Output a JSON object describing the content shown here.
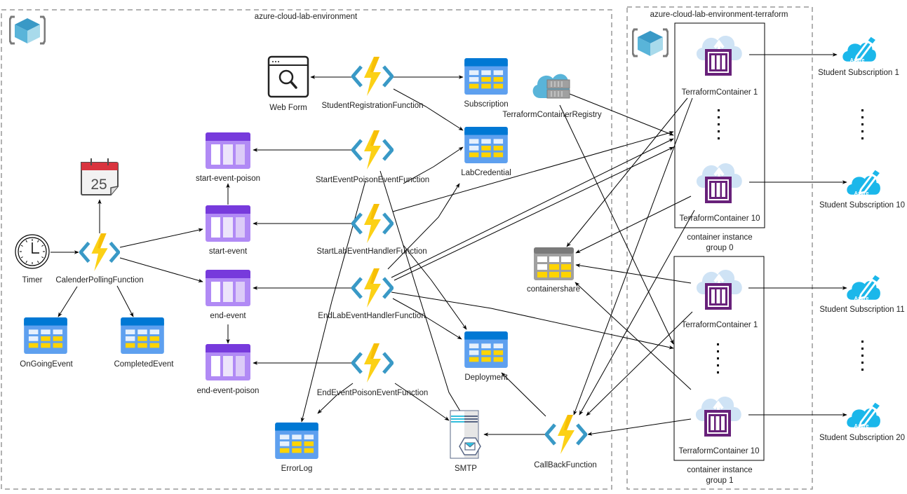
{
  "groups": {
    "main": {
      "label": "azure-cloud-lab-environment"
    },
    "terraform": {
      "label": "azure-cloud-lab-environment-terraform"
    },
    "cig0": {
      "label_line1": "container instance",
      "label_line2": "group 0"
    },
    "cig1": {
      "label_line1": "container instance",
      "label_line2": "group 1"
    }
  },
  "nodes": {
    "web_form": {
      "label": "Web Form",
      "icon": "web-form-icon"
    },
    "student_registration_fn": {
      "label": "StudentRegistrationFunction",
      "icon": "azure-function-icon"
    },
    "subscription_table": {
      "label": "Subscription",
      "icon": "storage-table-icon"
    },
    "terraform_registry": {
      "label": "TerraformContainerRegistry",
      "icon": "container-registry-icon"
    },
    "start_event_poison_queue": {
      "label": "start-event-poison",
      "icon": "storage-queue-icon"
    },
    "start_event_poison_fn": {
      "label": "StartEventPoisonEventFunction",
      "icon": "azure-function-icon"
    },
    "lab_credential_table": {
      "label": "LabCredential",
      "icon": "storage-table-icon"
    },
    "calendar": {
      "label": "",
      "icon": "calendar-icon",
      "day": "25"
    },
    "timer": {
      "label": "Timer",
      "icon": "clock-icon"
    },
    "calendar_polling_fn": {
      "label": "CalenderPollingFunction",
      "icon": "azure-function-icon"
    },
    "start_event_queue": {
      "label": "start-event",
      "icon": "storage-queue-icon"
    },
    "start_lab_handler_fn": {
      "label": "StartLabEventHandlerFunction",
      "icon": "azure-function-icon"
    },
    "containershare": {
      "label": "containershare",
      "icon": "file-share-icon"
    },
    "end_event_queue": {
      "label": "end-event",
      "icon": "storage-queue-icon"
    },
    "end_lab_handler_fn": {
      "label": "EndLabEventHandlerFunction",
      "icon": "azure-function-icon"
    },
    "ongoing_event_table": {
      "label": "OnGoingEvent",
      "icon": "storage-table-icon"
    },
    "completed_event_table": {
      "label": "CompletedEvent",
      "icon": "storage-table-icon"
    },
    "deployment_table": {
      "label": "Deployment",
      "icon": "storage-table-icon"
    },
    "end_event_poison_queue": {
      "label": "end-event-poison",
      "icon": "storage-queue-icon"
    },
    "end_event_poison_fn": {
      "label": "EndEventPoisonEventFunction",
      "icon": "azure-function-icon"
    },
    "error_log_table": {
      "label": "ErrorLog",
      "icon": "storage-table-icon"
    },
    "smtp": {
      "label": "SMTP",
      "icon": "smtp-server-icon"
    },
    "callback_fn": {
      "label": "CallBackFunction",
      "icon": "azure-function-icon"
    },
    "tc_g0_1": {
      "label": "TerraformContainer 1",
      "icon": "container-instance-icon"
    },
    "tc_g0_10": {
      "label": "TerraformContainer 10",
      "icon": "container-instance-icon"
    },
    "tc_g1_1": {
      "label": "TerraformContainer 1",
      "icon": "container-instance-icon"
    },
    "tc_g1_10": {
      "label": "TerraformContainer 10",
      "icon": "container-instance-icon"
    },
    "sub_1": {
      "label": "Student Subscription 1",
      "icon": "azure-subscription-icon",
      "badge": "Azure"
    },
    "sub_10": {
      "label": "Student Subscription 10",
      "icon": "azure-subscription-icon",
      "badge": "Azure"
    },
    "sub_11": {
      "label": "Student Subscription 11",
      "icon": "azure-subscription-icon",
      "badge": "Azure"
    },
    "sub_20": {
      "label": "Student Subscription 20",
      "icon": "azure-subscription-icon",
      "badge": "Azure"
    }
  },
  "edges": [
    {
      "from": "student_registration_fn",
      "to": "web_form"
    },
    {
      "from": "student_registration_fn",
      "to": "subscription_table"
    },
    {
      "from": "student_registration_fn",
      "to": "lab_credential_table"
    },
    {
      "from": "start_event_poison_fn",
      "to": "start_event_poison_queue"
    },
    {
      "from": "start_event_queue",
      "to": "start_event_poison_queue"
    },
    {
      "from": "timer",
      "to": "calendar_polling_fn"
    },
    {
      "from": "calendar_polling_fn",
      "to": "calendar"
    },
    {
      "from": "calendar_polling_fn",
      "to": "start_event_queue"
    },
    {
      "from": "calendar_polling_fn",
      "to": "end_event_queue"
    },
    {
      "from": "calendar_polling_fn",
      "to": "ongoing_event_table"
    },
    {
      "from": "calendar_polling_fn",
      "to": "completed_event_table"
    },
    {
      "from": "start_lab_handler_fn",
      "to": "start_event_queue"
    },
    {
      "from": "end_lab_handler_fn",
      "to": "end_event_queue"
    },
    {
      "from": "end_event_queue",
      "to": "end_event_poison_queue"
    },
    {
      "from": "end_event_poison_fn",
      "to": "end_event_poison_queue"
    },
    {
      "from": "end_event_poison_fn",
      "to": "error_log_table"
    },
    {
      "from": "end_event_poison_fn",
      "to": "smtp"
    },
    {
      "from": "start_event_poison_fn",
      "to": "error_log_table"
    },
    {
      "from": "start_event_poison_fn",
      "to": "smtp"
    },
    {
      "from": "start_lab_handler_fn",
      "to": "lab_credential_table"
    },
    {
      "from": "start_lab_handler_fn",
      "to": "deployment_table"
    },
    {
      "from": "start_lab_handler_fn",
      "to": "container_instance_group_0"
    },
    {
      "from": "end_lab_handler_fn",
      "to": "lab_credential_table"
    },
    {
      "from": "end_lab_handler_fn",
      "to": "deployment_table"
    },
    {
      "from": "end_lab_handler_fn",
      "to": "container_instance_group_0"
    },
    {
      "from": "end_lab_handler_fn",
      "to": "container_instance_group_1"
    },
    {
      "from": "terraform_registry",
      "to": "container_instance_group_0"
    },
    {
      "from": "terraform_registry",
      "to": "container_instance_group_1"
    },
    {
      "from": "tc_g0_1",
      "to": "containershare"
    },
    {
      "from": "tc_g0_10",
      "to": "containershare"
    },
    {
      "from": "tc_g1_1",
      "to": "containershare"
    },
    {
      "from": "tc_g1_10",
      "to": "containershare"
    },
    {
      "from": "tc_g0_1",
      "to": "callback_fn"
    },
    {
      "from": "tc_g0_10",
      "to": "callback_fn"
    },
    {
      "from": "tc_g1_1",
      "to": "callback_fn"
    },
    {
      "from": "tc_g1_10",
      "to": "callback_fn"
    },
    {
      "from": "callback_fn",
      "to": "smtp"
    },
    {
      "from": "callback_fn",
      "to": "deployment_table"
    },
    {
      "from": "tc_g0_1",
      "to": "sub_1"
    },
    {
      "from": "tc_g0_10",
      "to": "sub_10"
    },
    {
      "from": "tc_g1_1",
      "to": "sub_11"
    },
    {
      "from": "tc_g1_10",
      "to": "sub_20"
    }
  ],
  "colors": {
    "queue_purple": "#8c5ee6",
    "table_blue": "#1e88e5",
    "function_yellow": "#fcd116",
    "function_bracket": "#3999c6",
    "container_purple": "#68217a",
    "azure_cyan": "#1bb7ea",
    "group_dash": "#999999"
  }
}
